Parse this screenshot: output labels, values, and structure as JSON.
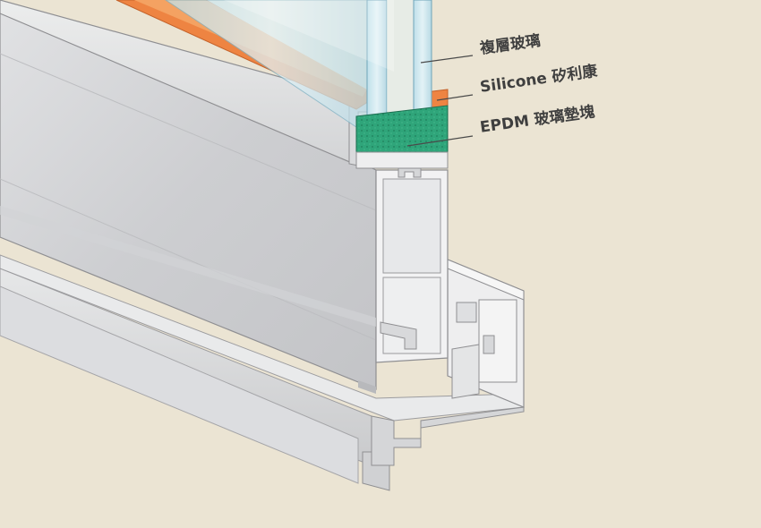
{
  "labels": {
    "glass": "複層玻璃",
    "silicone": "Silicone 矽利康",
    "epdm": "EPDM 玻璃墊塊"
  },
  "colors": {
    "background": "#ebe4d3",
    "aluminum": "#d9dadc",
    "glass": "#cfe6ee",
    "silicone": "#ee8442",
    "epdm_block": "#2fa57a"
  }
}
